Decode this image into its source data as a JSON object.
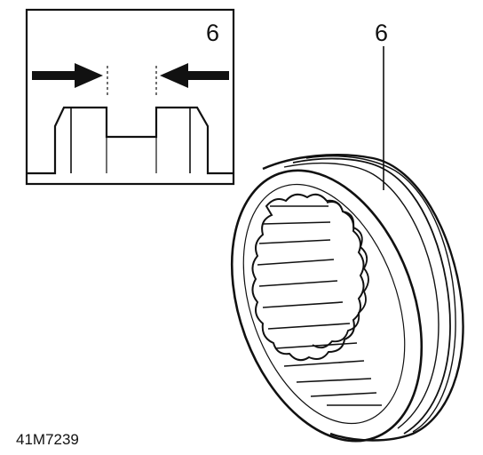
{
  "detail_callout": "6",
  "part_callout": "6",
  "figure_number": "41M7239"
}
